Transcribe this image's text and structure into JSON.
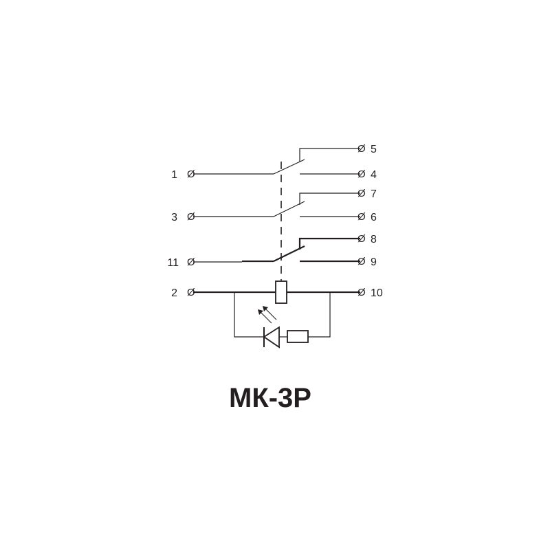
{
  "title": "МК-3Р",
  "terminal_symbol": "Ø",
  "pins": {
    "p1": "1",
    "p2": "2",
    "p3": "3",
    "p4": "4",
    "p5": "5",
    "p6": "6",
    "p7": "7",
    "p8": "8",
    "p9": "9",
    "p10": "10",
    "p11": "11"
  },
  "colors": {
    "ink": "#231f20",
    "background": "#ffffff"
  }
}
